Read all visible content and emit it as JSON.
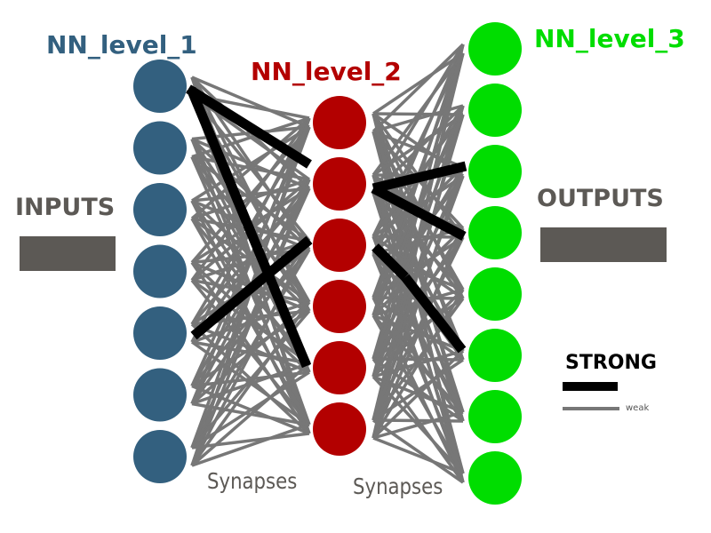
{
  "labels": {
    "level1": "NN_level_1",
    "level2": "NN_level_2",
    "level3": "NN_level_3",
    "inputs": "INPUTS",
    "outputs": "OUTPUTS",
    "synapses_left": "Synapses",
    "synapses_right": "Synapses"
  },
  "legend": {
    "strong": "STRONG",
    "weak": "weak"
  },
  "colors": {
    "level1": "#33607f",
    "level2": "#b30000",
    "level3": "#00dd00",
    "weak_line": "#777777",
    "strong_line": "#000000",
    "io_bar": "#5c5955",
    "label_gray": "#5c5955"
  },
  "layers": {
    "level1_count": 7,
    "level2_count": 6,
    "level3_count": 8
  }
}
